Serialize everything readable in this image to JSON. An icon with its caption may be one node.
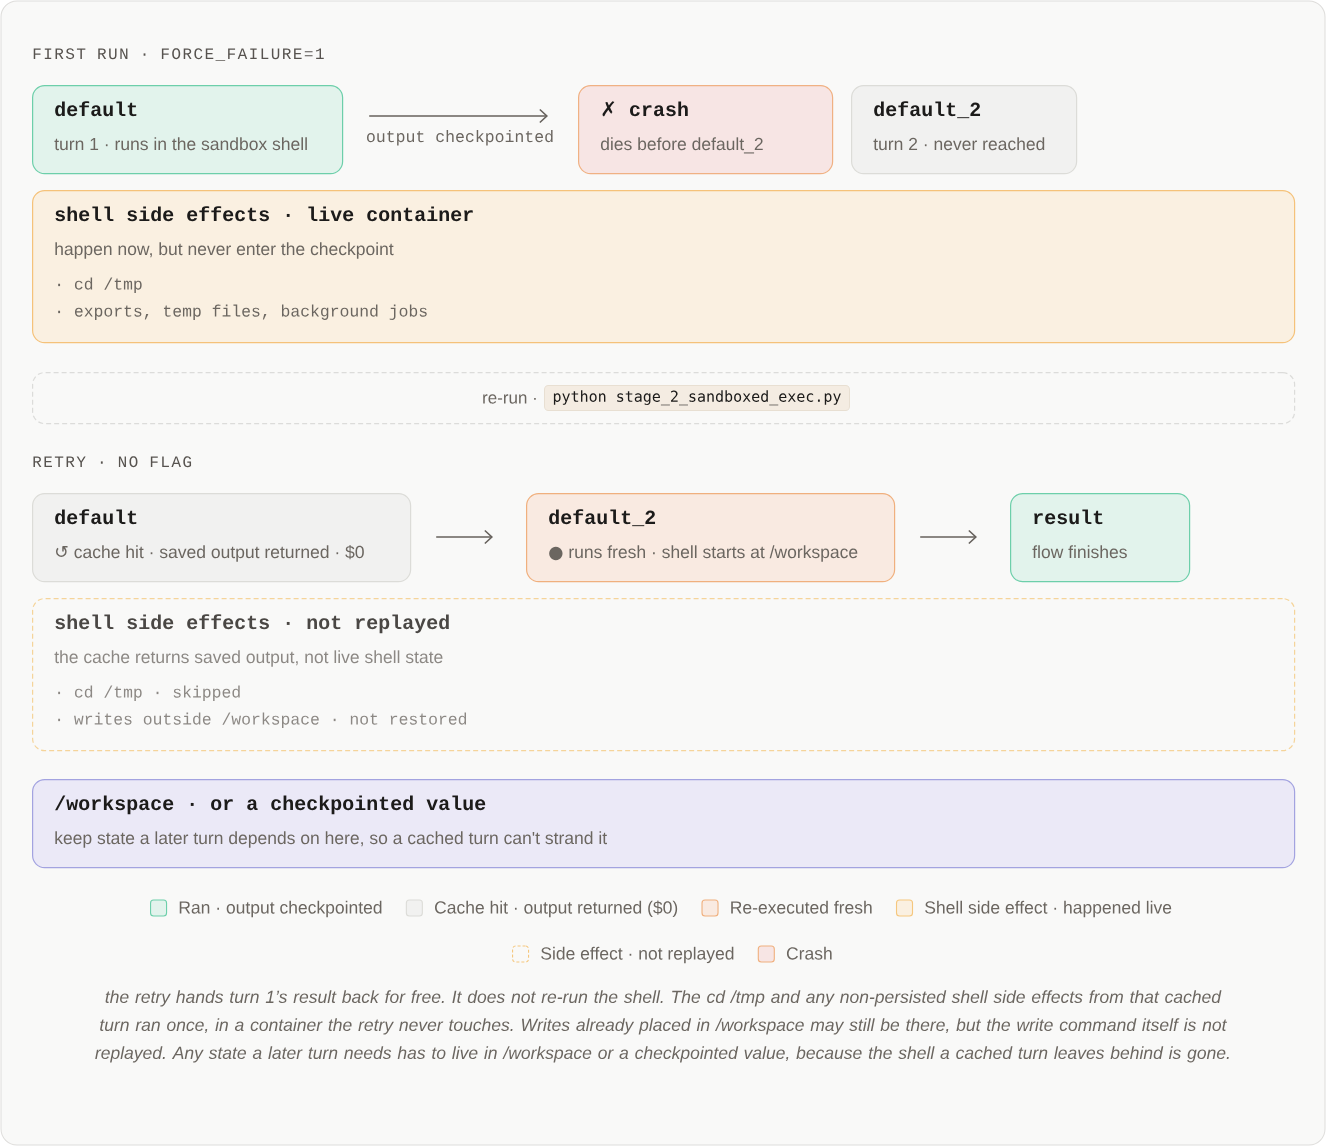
{
  "diagram": {
    "nodes": [
      {
        "text": [
          "default",
          "turn 1 · runs in the sandbox shell"
        ]
      },
      {
        "text": [
          "✗ crash",
          "dies before default_2"
        ]
      },
      {
        "text": [
          "default_2",
          "turn 2 · never reached"
        ]
      },
      {
        "text": [
          "shell side effects · live container",
          "happen now, but never enter the checkpoint",
          "· cd /tmp",
          "· exports, temp files, background jobs"
        ]
      },
      {
        "text": [
          "re-run ·"
        ]
      },
      {
        "text": [
          "python stage_2_sandboxed_exec.py"
        ],
        "in": 4
      },
      {
        "text": [
          "default",
          "↺ cache hit · saved output returned · $0"
        ]
      },
      {
        "text": [
          "default_2",
          "● runs fresh · shell starts at /workspace"
        ]
      },
      {
        "text": [
          "result",
          "flow finishes"
        ]
      },
      {
        "text": [
          "shell side effects · not replayed",
          "the cache returns saved output, not live shell state",
          "· cd /tmp · skipped",
          "· writes outside /workspace · not restored"
        ]
      },
      {
        "text": [
          "/workspace · or a checkpointed value",
          "keep state a later turn depends on here, so a cached turn can't strand it"
        ]
      }
    ],
    "edges": [
      {
        "from": 0,
        "to": 1,
        "arrow": "to",
        "label": "output checkpointed"
      },
      {
        "from": 6,
        "to": 7,
        "arrow": "to"
      },
      {
        "from": 7,
        "to": 8,
        "arrow": "to"
      }
    ],
    "labels": [
      "FIRST RUN · FORCE_FAILURE=1",
      "RETRY · NO FLAG"
    ],
    "legend": [
      {
        "text": "Ran · output checkpointed",
        "color": "#e2f3ec"
      },
      {
        "text": "Cache hit · output returned ($0)",
        "color": "#f1f1f0"
      },
      {
        "text": "Re-executed fresh",
        "color": "#f9eae1"
      },
      {
        "text": "Shell side effect · happened live",
        "color": "#faf0e1"
      },
      {
        "text": "Side effect · not replayed"
      },
      {
        "text": "Crash",
        "color": "#f7e5e4"
      }
    ],
    "caption": "the retry hands turn 1’s result back for free. It does not re-run the shell. The cd /tmp and any non-persisted shell side effects from that cached turn ran once, in a container the retry never touches. Writes already placed in /workspace may still be there, but the write command itself is not replayed. Any state a later turn needs has to live in /workspace or a checkpointed value, because the shell a cached turn leaves behind is gone."
  }
}
